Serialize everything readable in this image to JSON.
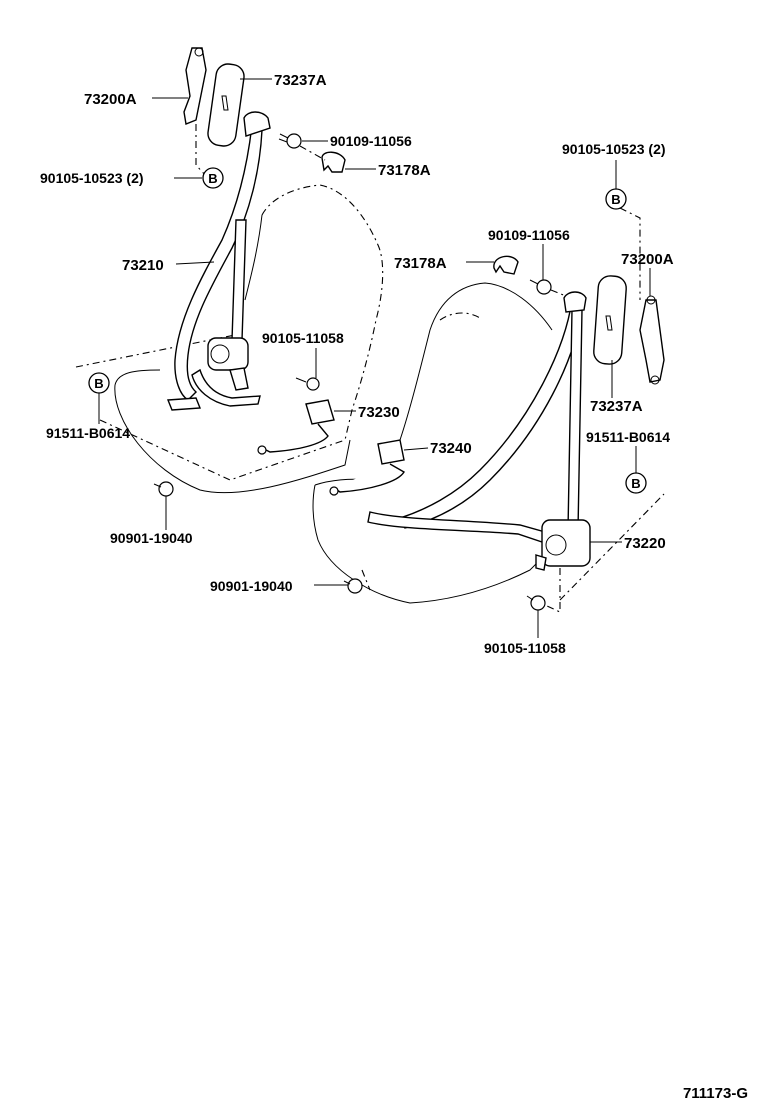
{
  "labels": {
    "p73200A_left": "73200A",
    "p73237A_left": "73237A",
    "p90109_left": "90109-11056",
    "p90105_10523_left": "90105-10523 (2)",
    "p73178A_left": "73178A",
    "p73210": "73210",
    "p90105_11058_left": "90105-11058",
    "p91511_left": "91511-B0614",
    "p73230": "73230",
    "p90901_left": "90901-19040",
    "p90105_10523_right": "90105-10523 (2)",
    "p90109_right": "90109-11056",
    "p73178A_right": "73178A",
    "p73200A_right": "73200A",
    "p73240": "73240",
    "p73237A_right": "73237A",
    "p91511_right": "91511-B0614",
    "p73220": "73220",
    "p90901_right": "90901-19040",
    "p90105_11058_right": "90105-11058"
  },
  "ref_markers": {
    "b_left_top": "B",
    "b_left_floor": "B",
    "b_right_top": "B",
    "b_right_floor": "B"
  },
  "figure_code": "711173-G"
}
